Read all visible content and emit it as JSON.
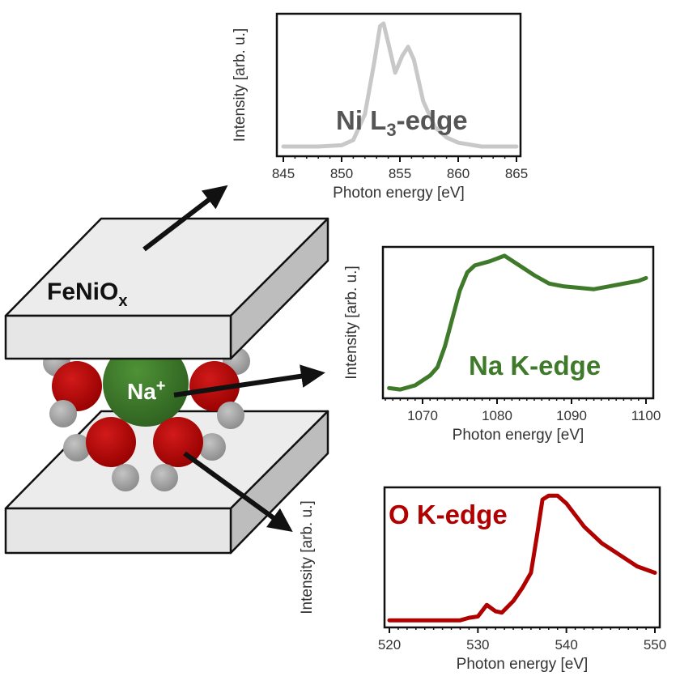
{
  "diagram": {
    "layer_label": "FeNiO",
    "layer_label_sub": "x",
    "ion_label": "Na",
    "ion_charge": "+",
    "colors": {
      "slab": "#e8e8e8",
      "sodium": "#3f7a2a",
      "oxygen": "#b00000",
      "hydrogen": "#a8a8a8"
    }
  },
  "chart_data": [
    {
      "type": "line",
      "title": "Ni L3-edge",
      "annotation": {
        "main": "Ni L",
        "sub": "3",
        "rest": "-edge"
      },
      "xlabel": "Photon energy [eV]",
      "ylabel": "Intensity [arb. u.]",
      "xlim": [
        845,
        865
      ],
      "ylim": [
        0,
        1.05
      ],
      "xticks": [
        845,
        850,
        855,
        860,
        865
      ],
      "xtick_labels": [
        "845",
        "850",
        "855",
        "860",
        "865"
      ],
      "minor_step": 1,
      "color": "#c8c8c8",
      "label_color": "#555555",
      "x": [
        845,
        848,
        850,
        851,
        852,
        852.8,
        853.3,
        853.6,
        854,
        854.6,
        855.2,
        855.7,
        856.2,
        857,
        858,
        859,
        860,
        862,
        865
      ],
      "y": [
        0.05,
        0.05,
        0.06,
        0.1,
        0.3,
        0.7,
        0.98,
        1.0,
        0.85,
        0.62,
        0.75,
        0.82,
        0.72,
        0.4,
        0.2,
        0.12,
        0.08,
        0.05,
        0.05
      ]
    },
    {
      "type": "line",
      "title": "Na K-edge",
      "xlabel": "Photon energy [eV]",
      "ylabel": "Intensity [arb. u.]",
      "xlim": [
        1065,
        1100
      ],
      "ylim": [
        0,
        1.04
      ],
      "xticks": [
        1070,
        1080,
        1090,
        1100
      ],
      "xtick_labels": [
        "1070",
        "1080",
        "1090",
        "1100"
      ],
      "minor_step": 1,
      "color": "#3f7a2a",
      "label_color": "#3f7a2a",
      "x": [
        1065.5,
        1067,
        1069,
        1071,
        1072,
        1073,
        1074,
        1075,
        1076,
        1077,
        1079,
        1081,
        1083,
        1085,
        1087,
        1089,
        1091,
        1093,
        1095,
        1097,
        1099,
        1100
      ],
      "y": [
        0.05,
        0.04,
        0.07,
        0.14,
        0.2,
        0.35,
        0.55,
        0.75,
        0.88,
        0.93,
        0.96,
        1.0,
        0.93,
        0.86,
        0.8,
        0.78,
        0.77,
        0.76,
        0.78,
        0.8,
        0.82,
        0.84
      ]
    },
    {
      "type": "line",
      "title": "O K-edge",
      "xlabel": "Photon energy [eV]",
      "ylabel": "Intensity [arb. u.]",
      "xlim": [
        520,
        550
      ],
      "ylim": [
        0,
        1.04
      ],
      "xticks": [
        520,
        530,
        540,
        550
      ],
      "xtick_labels": [
        "520",
        "530",
        "540",
        "550"
      ],
      "minor_step": 1,
      "color": "#b00000",
      "label_color": "#b00000",
      "x": [
        520,
        528,
        529,
        530,
        531,
        532,
        532.7,
        534,
        535,
        536,
        536.7,
        537.3,
        538,
        539,
        540,
        541,
        542,
        544,
        546,
        548,
        550
      ],
      "y": [
        0.03,
        0.03,
        0.05,
        0.06,
        0.15,
        0.1,
        0.09,
        0.18,
        0.28,
        0.4,
        0.7,
        0.97,
        1.0,
        1.0,
        0.94,
        0.85,
        0.76,
        0.63,
        0.54,
        0.45,
        0.4
      ]
    }
  ]
}
